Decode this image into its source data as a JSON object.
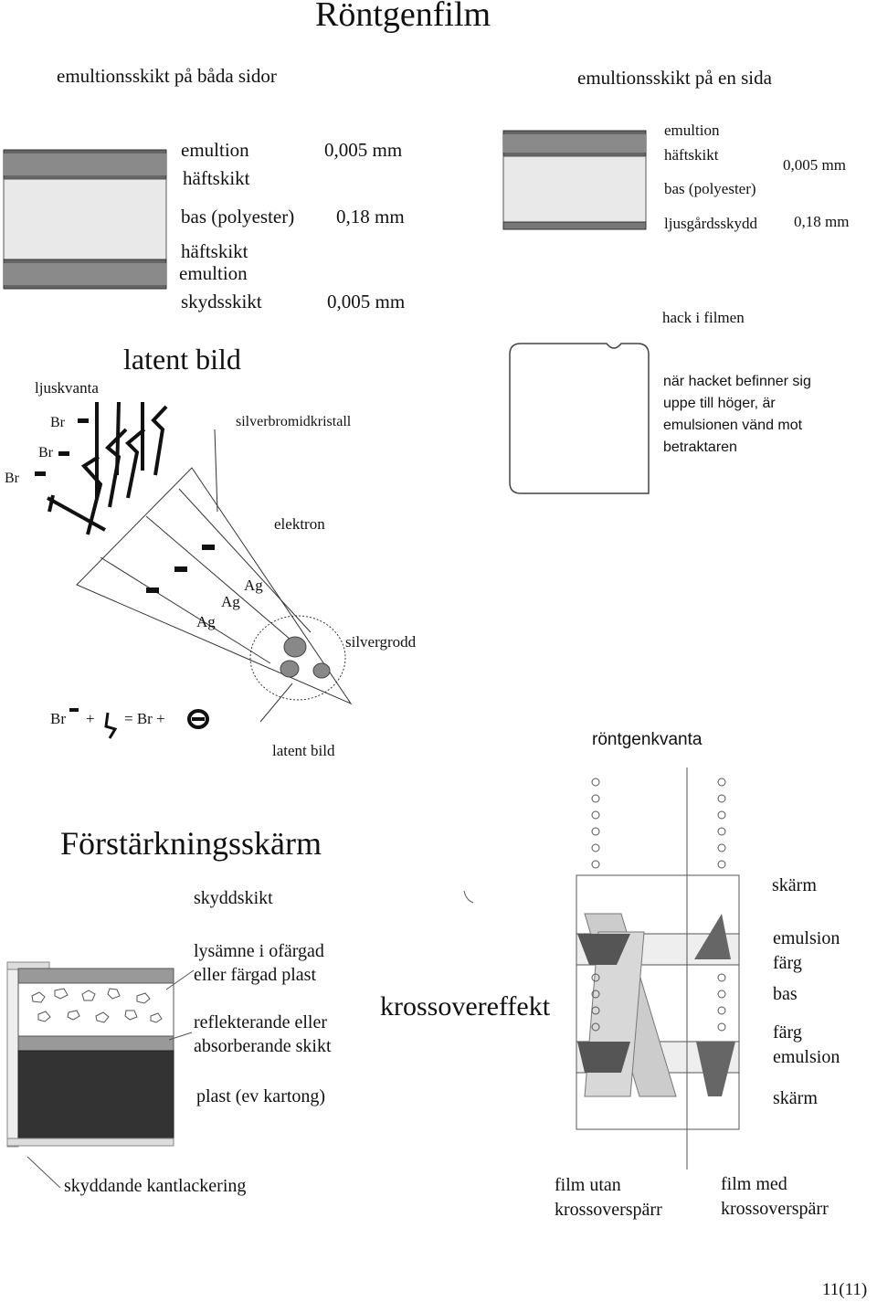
{
  "title": "Röntgenfilm",
  "left_film": {
    "heading": "emultionsskikt på båda sidor",
    "layers": [
      "emultion",
      "häftskikt",
      "bas (polyester)",
      "häftskikt",
      "emultion",
      "skydsskikt"
    ],
    "thickness": [
      "0,005 mm",
      "0,18 mm",
      "0,005 mm"
    ]
  },
  "right_film": {
    "heading": "emultionsskikt på en sida",
    "layers": [
      "emultion",
      "häftskikt",
      "bas (polyester)",
      "ljusgårdsskydd"
    ],
    "thickness": [
      "0,005 mm",
      "0,18 mm"
    ],
    "notch_label": "hack i filmen",
    "notch_text": [
      "när hacket befinner sig",
      "uppe till höger, är",
      "emulsionen vänd mot",
      "betraktaren"
    ]
  },
  "latent": {
    "title": "latent bild",
    "ljuskvanta": "ljuskvanta",
    "br": "Br",
    "silverbromid": "silverbromidkristall",
    "elektron": "elektron",
    "ag": "Ag",
    "silvergrodd": "silvergrodd",
    "latent_bild": "latent bild",
    "equation": {
      "br": "Br",
      "plus": "+",
      "equals": "= Br +"
    }
  },
  "screen": {
    "title": "Förstärkningsskärm",
    "labels": [
      "skyddskikt",
      "lysämne i ofärgad",
      "eller färgad plast",
      "reflekterande eller",
      "absorberande skikt",
      "plast (ev kartong)"
    ],
    "edge": "skyddande kantlackering"
  },
  "crossover": {
    "rontgenkvanta": "röntgenkvanta",
    "title": "krossovereffekt",
    "labels": [
      "skärm",
      "emulsion",
      "färg",
      "bas",
      "färg",
      "emulsion",
      "skärm"
    ],
    "without": [
      "film utan",
      "krossoverspärr"
    ],
    "with": [
      "film med",
      "krossoverspärr"
    ]
  },
  "page_number": "11(11)"
}
